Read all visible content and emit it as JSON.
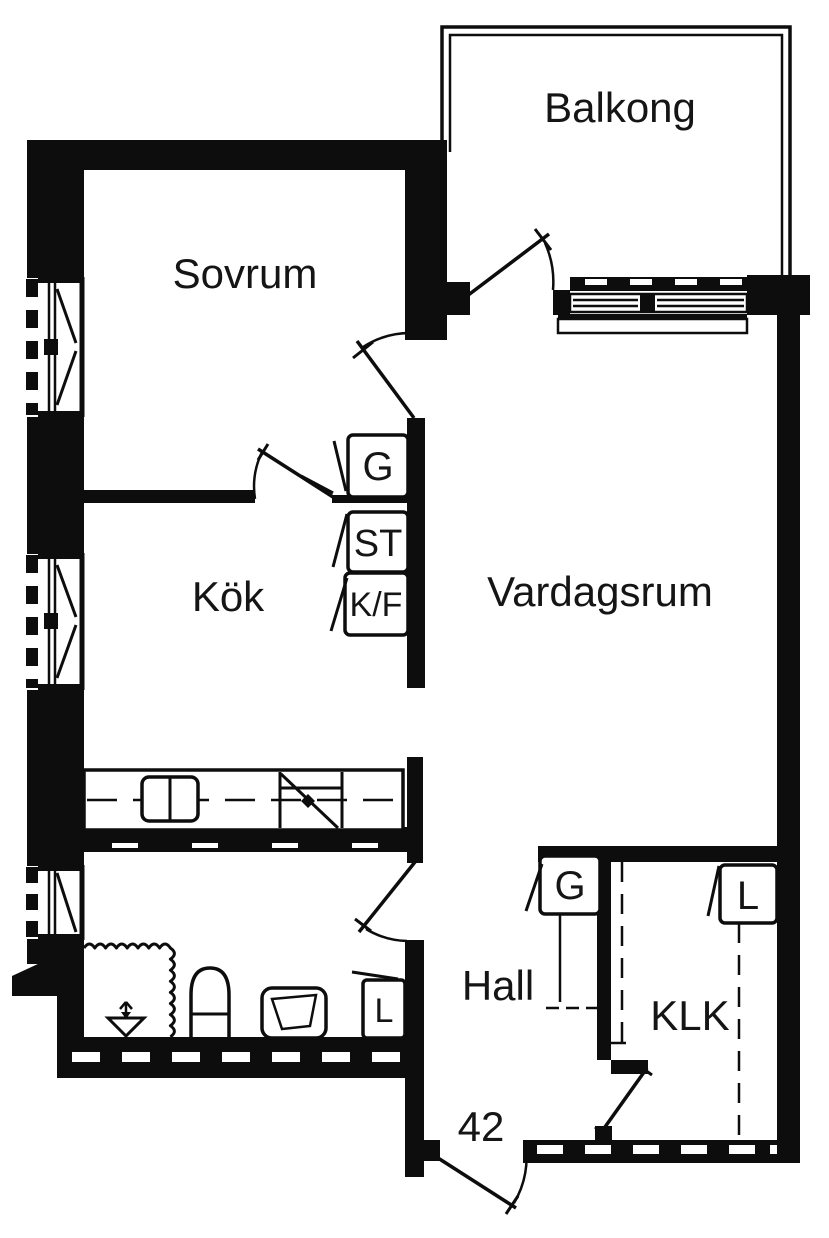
{
  "drawing": {
    "type": "apartment-floor-plan",
    "ink_color": "#0d0d0d",
    "paper_color": "#ffffff"
  },
  "labels": {
    "balcony": "Balkong",
    "bedroom": "Sovrum",
    "kitchen": "Kök",
    "living_room": "Vardagsrum",
    "hall": "Hall",
    "walk_in_closet": "KLK",
    "apartment_number": "42",
    "wardrobe_bedroom": "G",
    "cleaning_cabinet": "ST",
    "fridge_freezer": "K/F",
    "wardrobe_hall": "G",
    "linen_hall": "L",
    "linen_bath": "L"
  },
  "fixture_icons": [
    "window-icon",
    "door-swing-icon",
    "kitchen-sink-icon",
    "stove-icon",
    "toilet-icon",
    "washbasin-icon",
    "shower-curtain-icon",
    "floor-drain-icon"
  ]
}
